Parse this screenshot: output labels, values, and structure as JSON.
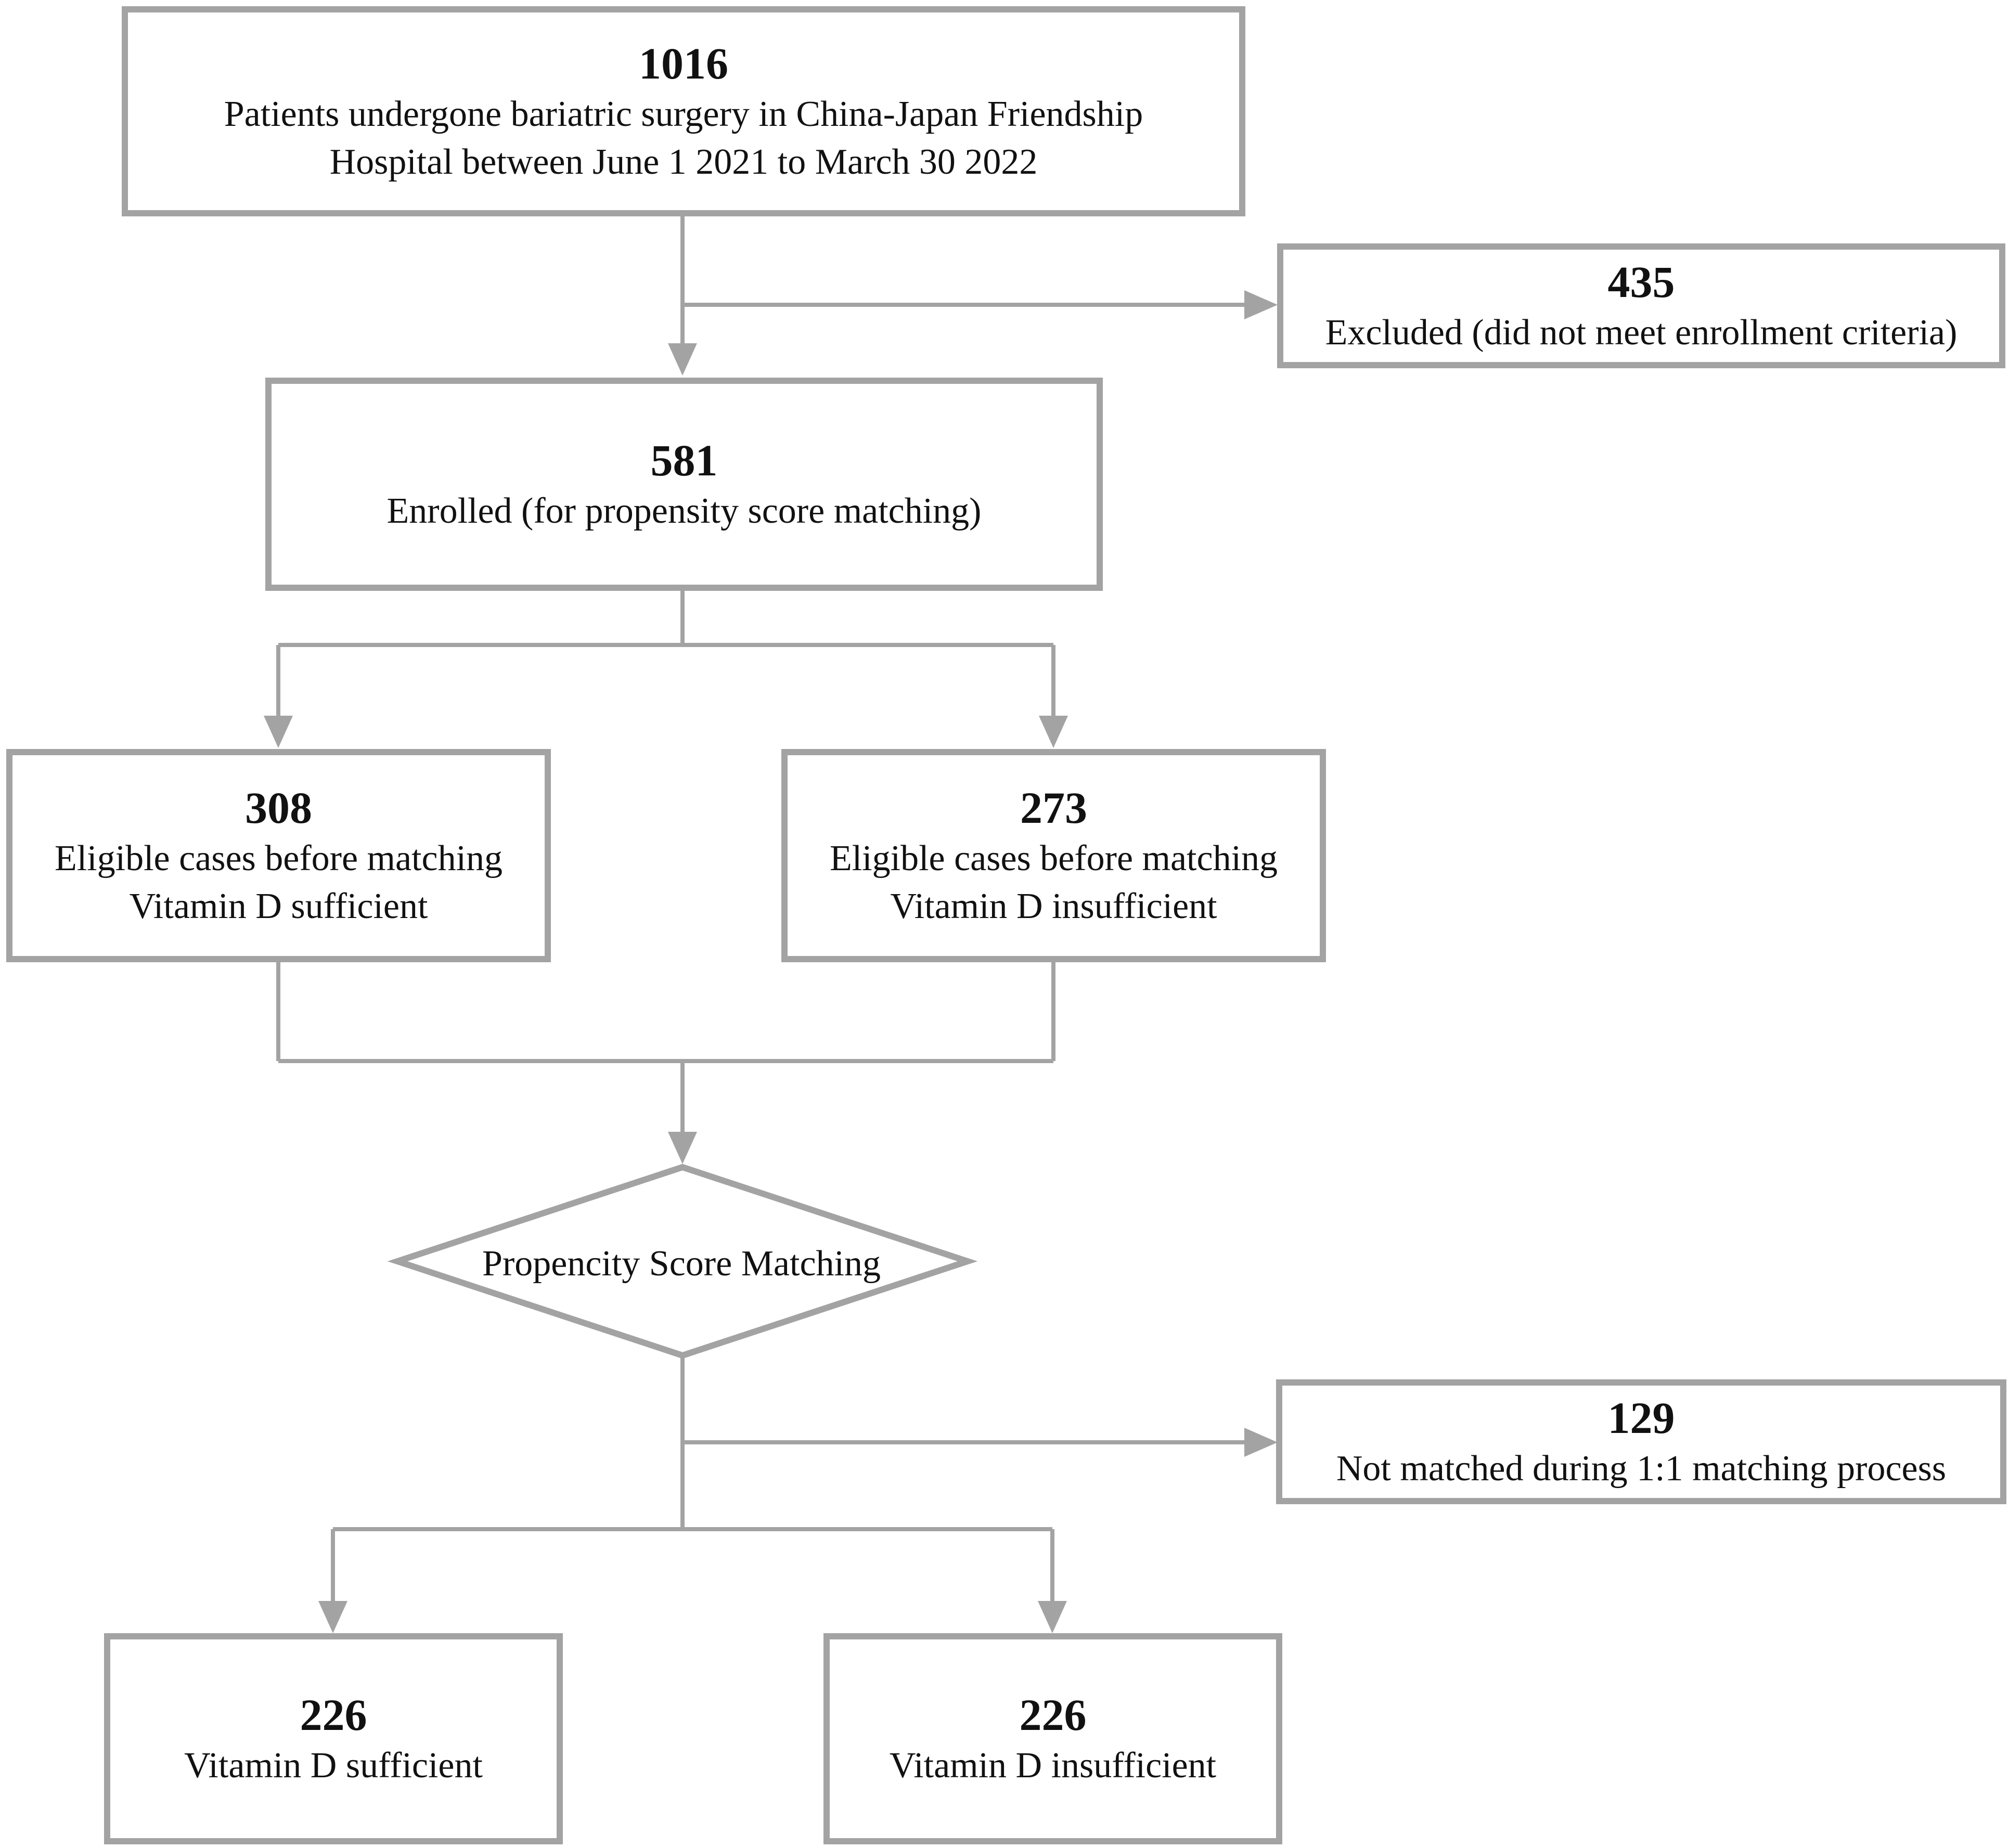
{
  "boxes": {
    "total": {
      "count": "1016",
      "line1": "Patients undergone bariatric surgery in China-Japan Friendship",
      "line2": "Hospital between June 1 2021 to March 30 2022"
    },
    "excluded": {
      "count": "435",
      "line1": "Excluded (did not meet enrollment criteria)"
    },
    "enrolled": {
      "count": "581",
      "line1": "Enrolled (for propensity score matching)"
    },
    "sufficient_before": {
      "count": "308",
      "line1": "Eligible cases before matching",
      "line2": "Vitamin D sufficient"
    },
    "insufficient_before": {
      "count": "273",
      "line1": "Eligible cases before matching",
      "line2": "Vitamin D insufficient"
    },
    "psm": {
      "label": "Propencity Score Matching"
    },
    "not_matched": {
      "count": "129",
      "line1": "Not matched during 1:1 matching process"
    },
    "sufficient_after": {
      "count": "226",
      "line1": "Vitamin D sufficient"
    },
    "insufficient_after": {
      "count": "226",
      "line1": "Vitamin D insufficient"
    }
  },
  "colors": {
    "border": "#a3a3a3",
    "connector": "#a3a3a3",
    "text": "#111111"
  }
}
